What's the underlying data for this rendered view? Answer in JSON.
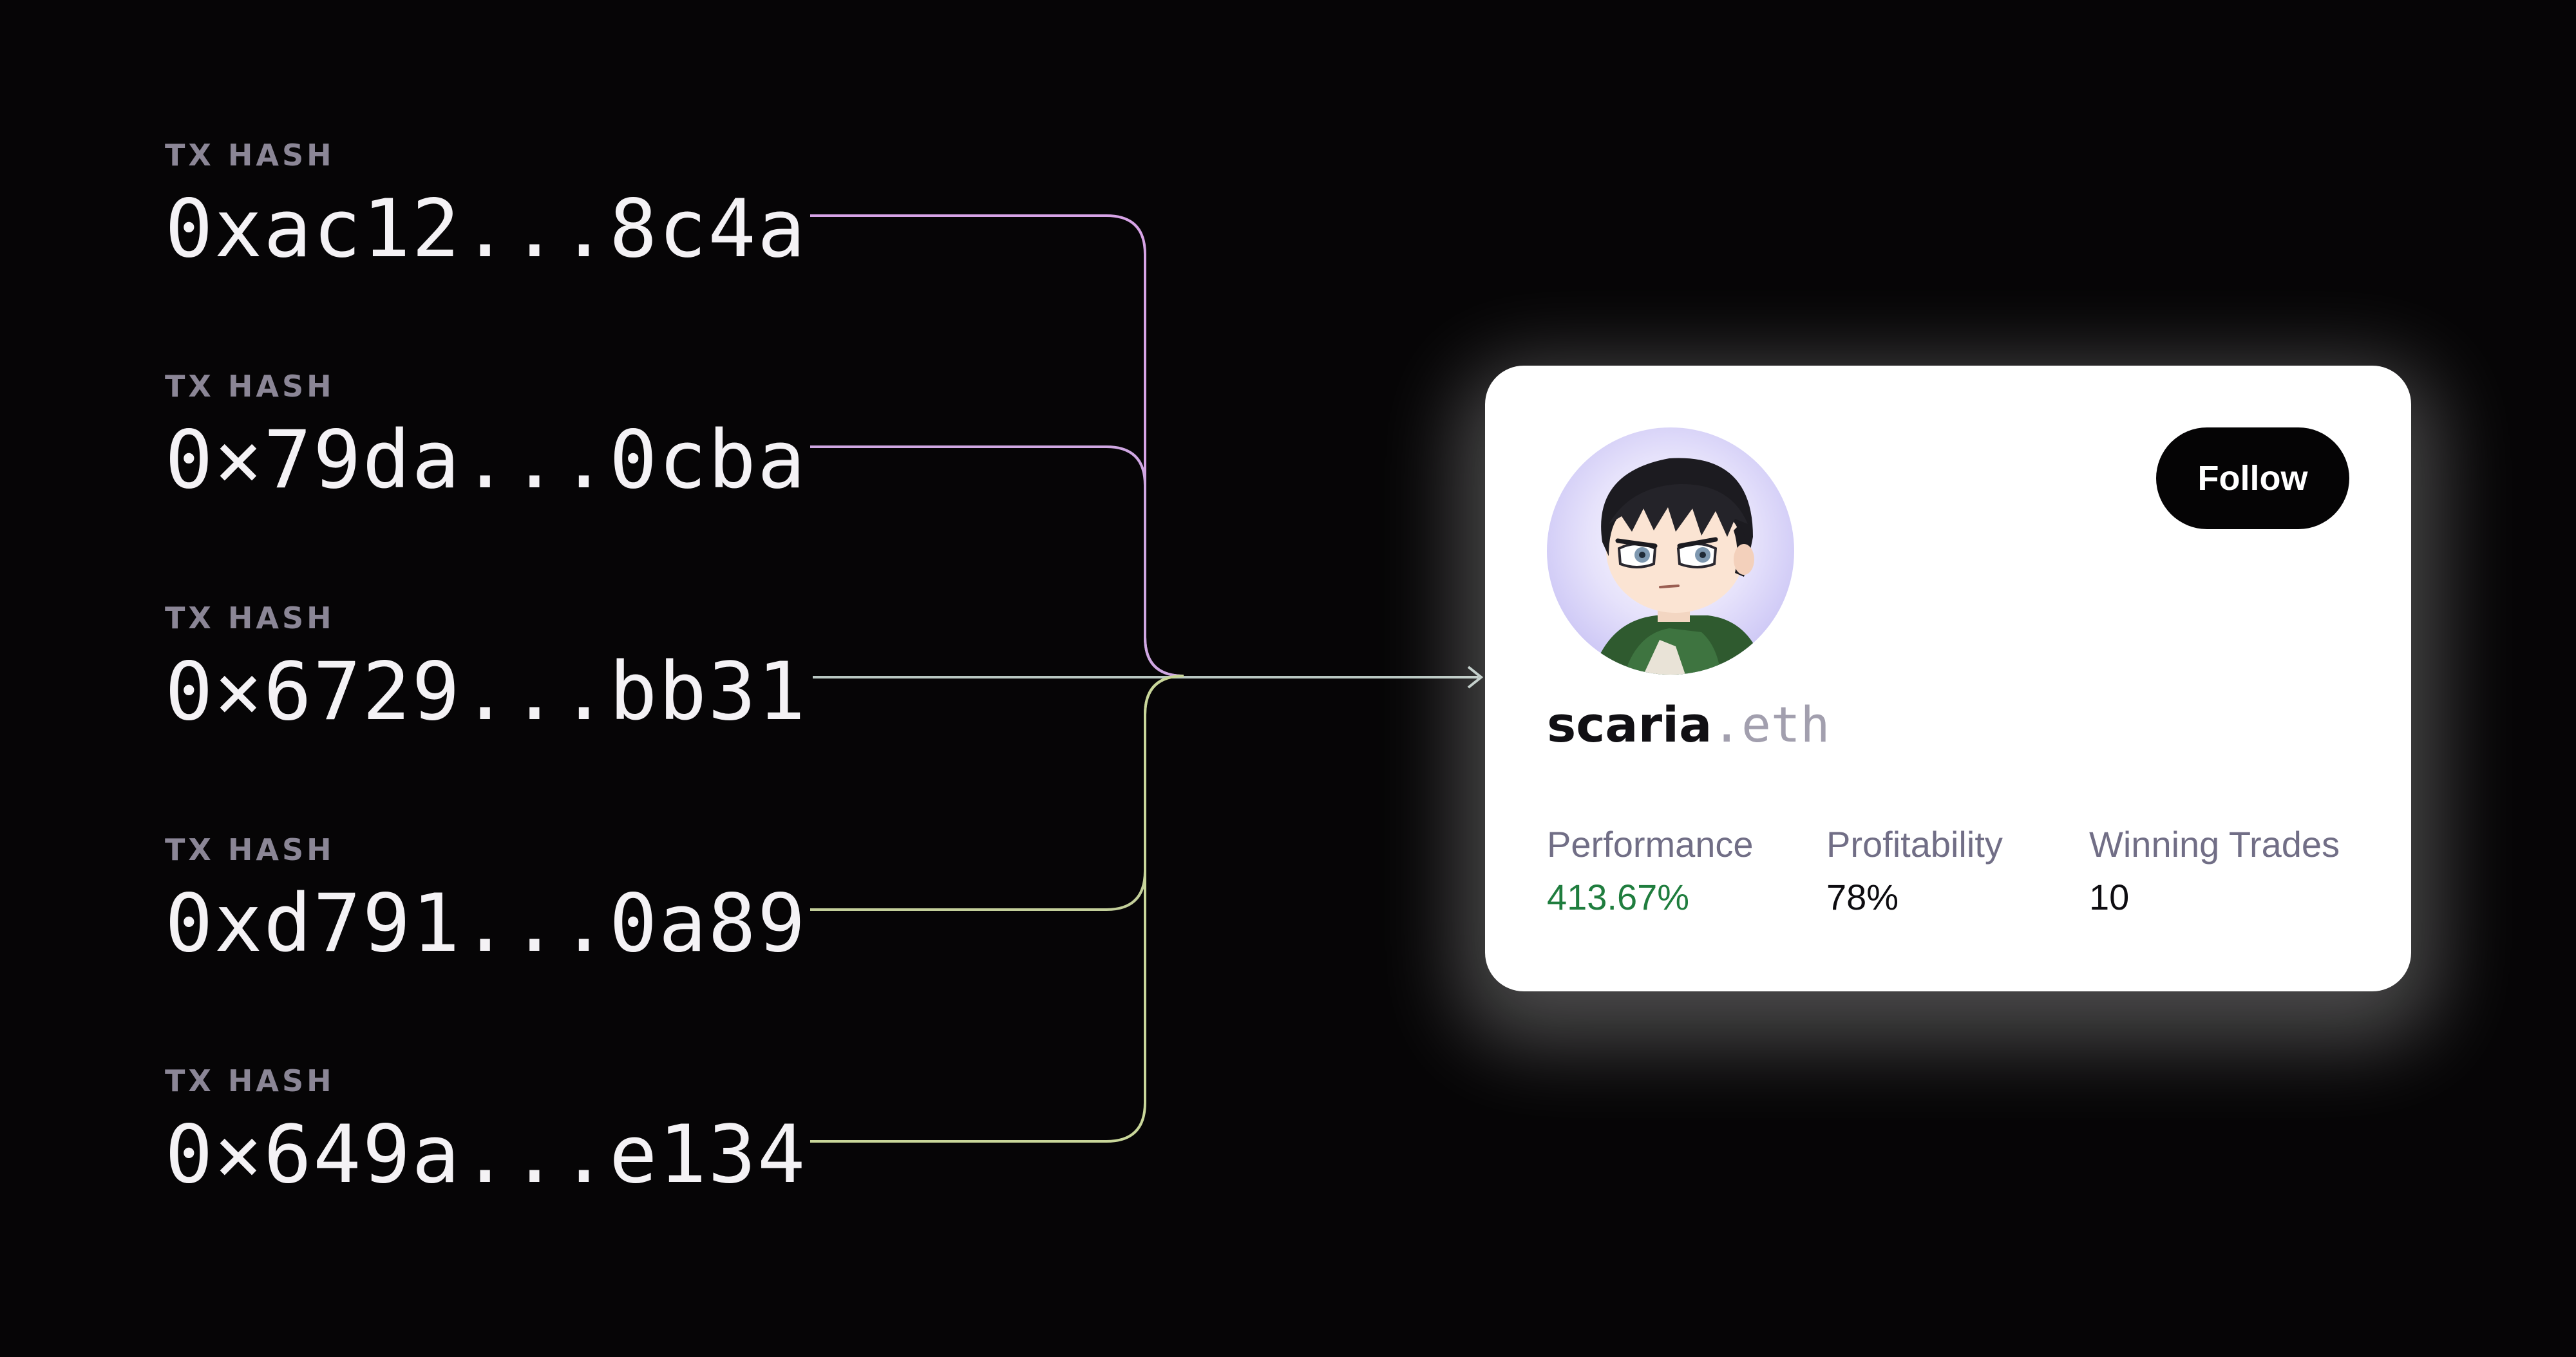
{
  "transactions": [
    {
      "label": "TX HASH",
      "hash": "0xac12...8c4a"
    },
    {
      "label": "TX HASH",
      "hash": "0×79da...0cba"
    },
    {
      "label": "TX HASH",
      "hash": "0×6729...bb31"
    },
    {
      "label": "TX HASH",
      "hash": "0xd791...0a89"
    },
    {
      "label": "TX HASH",
      "hash": "0×649a...e134"
    }
  ],
  "connector_colors": [
    "#d7a4e6",
    "#cfa7e2",
    "#b9c7c2",
    "#c3cf9a",
    "#c9d79a"
  ],
  "profile": {
    "avatar_icon": "anime-character-avatar-icon",
    "name": "scaria",
    "suffix": ".eth",
    "follow_label": "Follow",
    "stats": [
      {
        "label": "Performance",
        "value": "413.67%",
        "color": "#1f7d3e"
      },
      {
        "label": "Profitability",
        "value": "78%"
      },
      {
        "label": "Winning Trades",
        "value": "10"
      }
    ]
  }
}
